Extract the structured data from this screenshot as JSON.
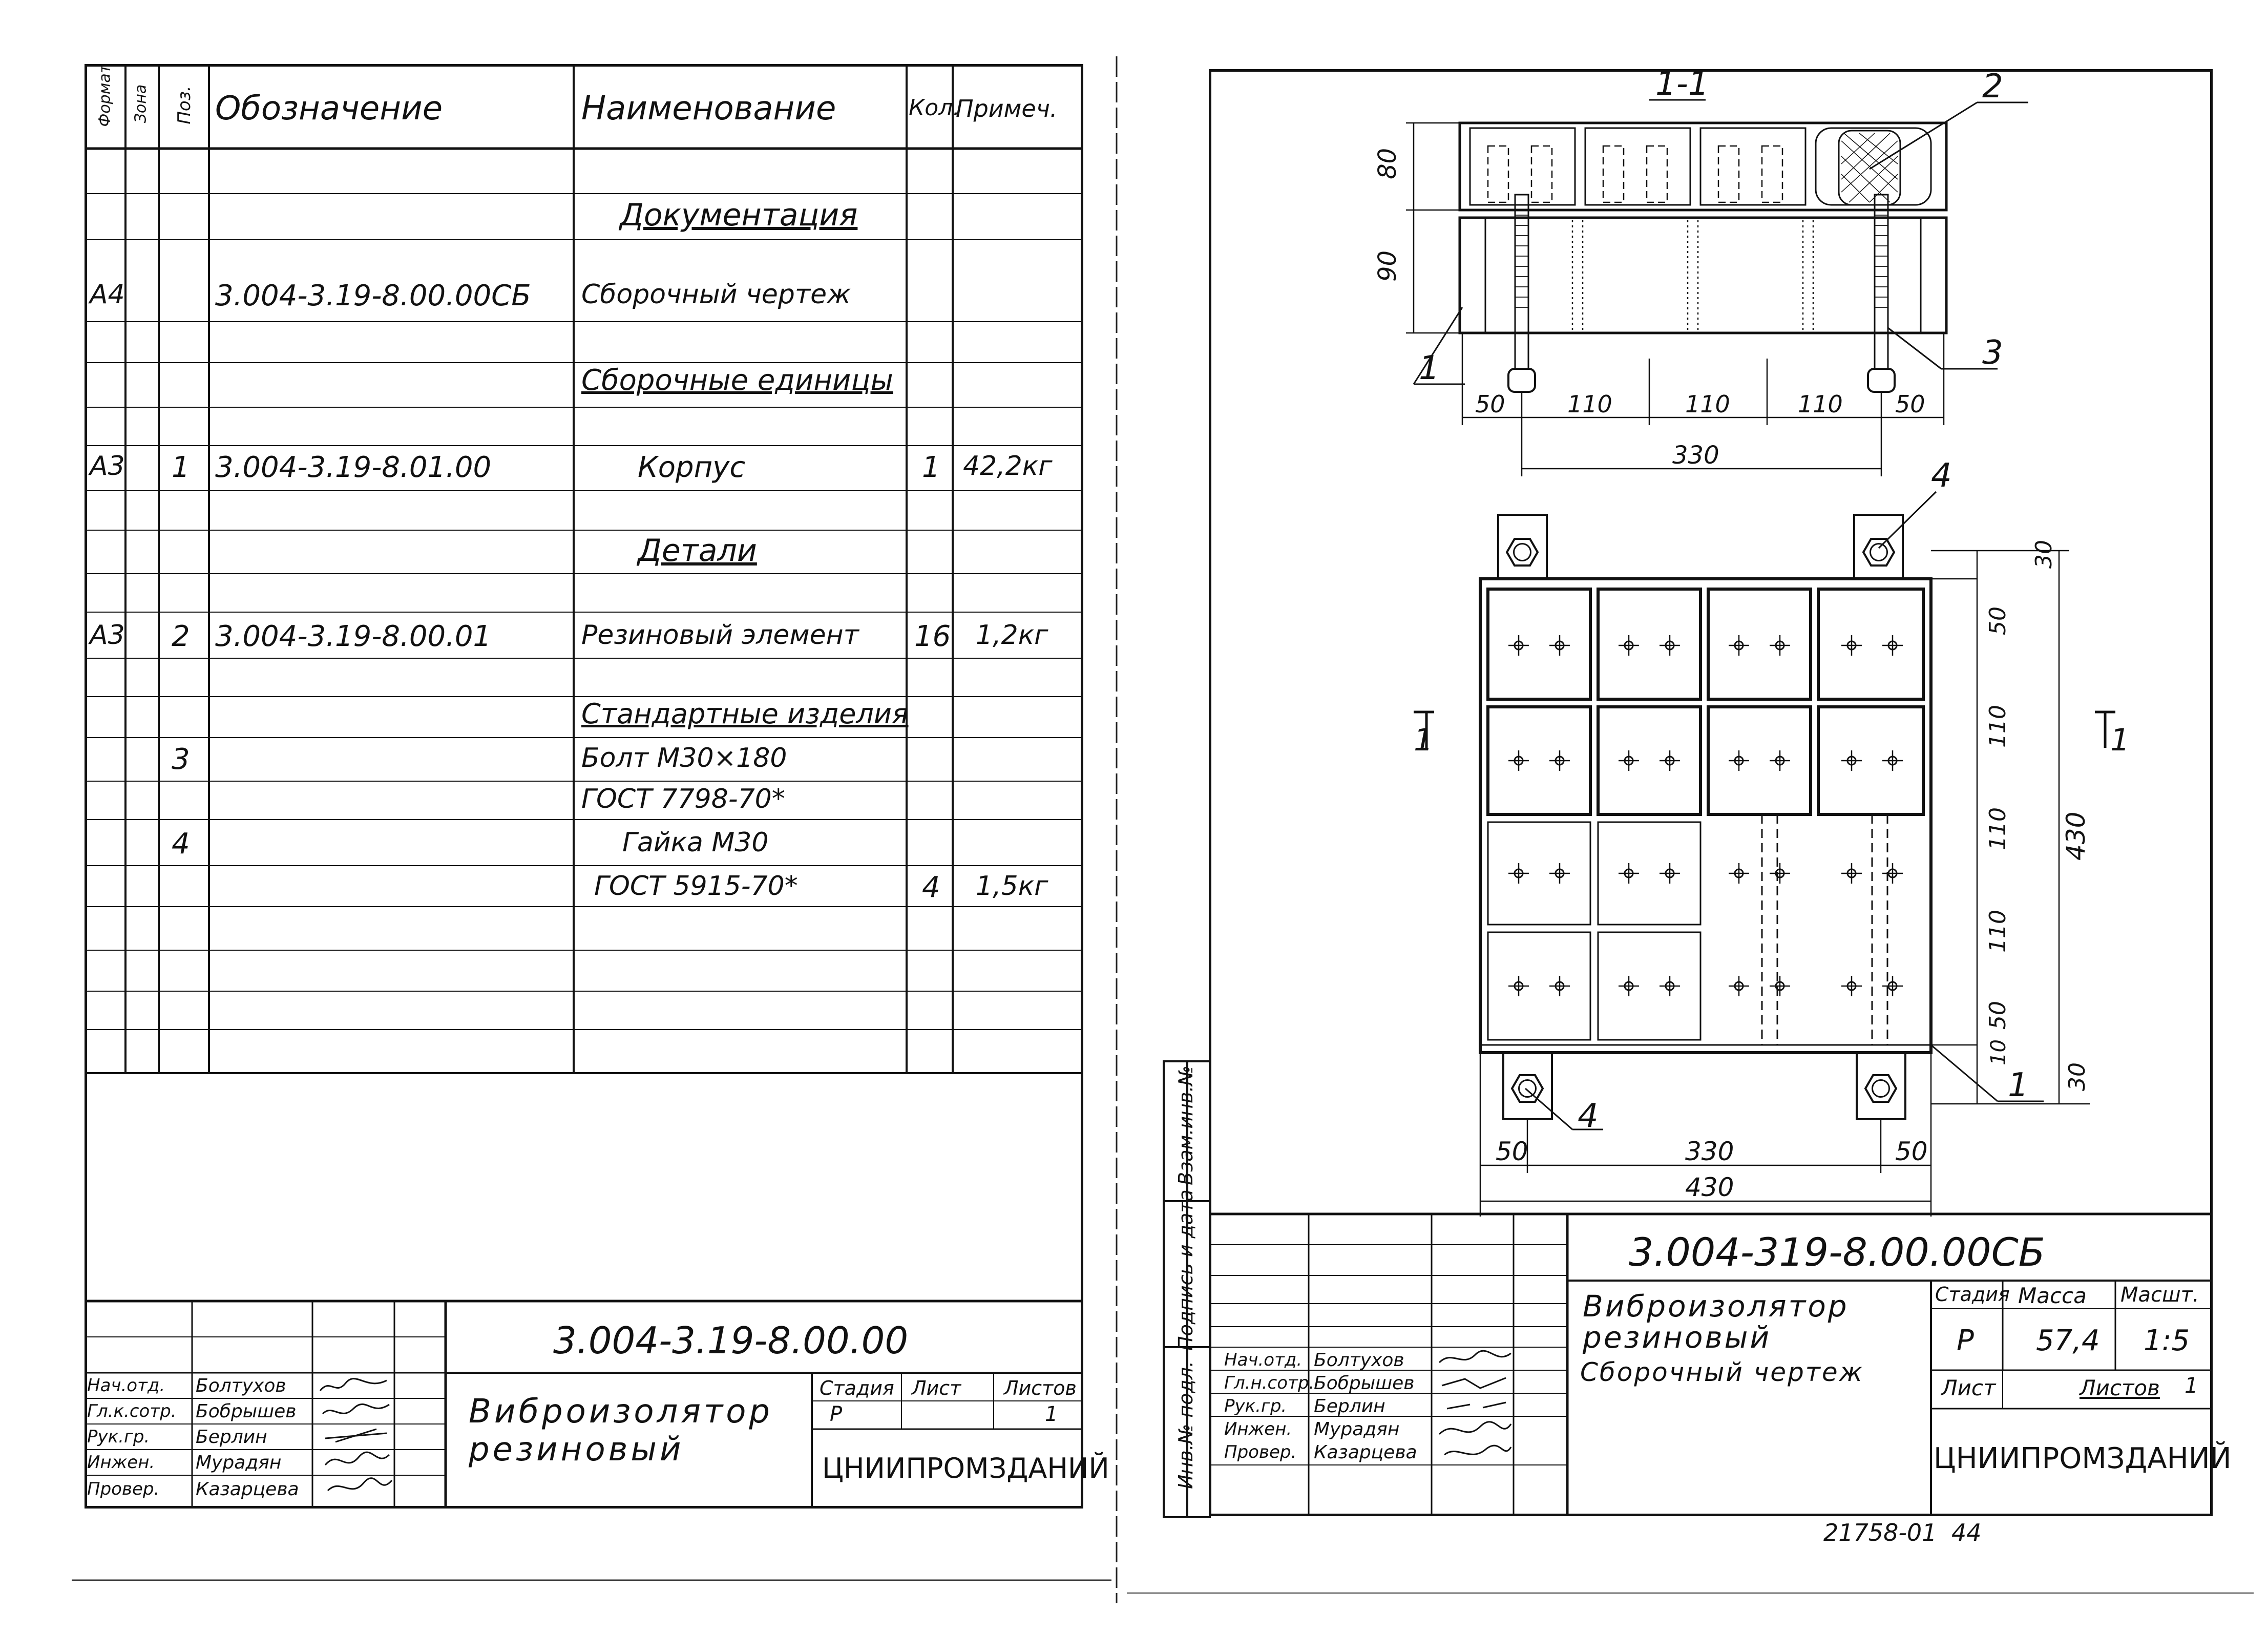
{
  "spec": {
    "headers": {
      "format": "Формат",
      "zone": "Зона",
      "pos": "Поз.",
      "designation": "Обозначение",
      "name": "Наименование",
      "qty": "Кол.",
      "note": "Примеч."
    },
    "rows": [
      {
        "format": "",
        "pos": "",
        "designation": "",
        "name": "Документация",
        "qty": "",
        "note": "",
        "heading": true
      },
      {
        "format": "А4",
        "pos": "",
        "designation": "3.004-3.19-8.00.00СБ",
        "name": "Сборочный чертеж",
        "qty": "",
        "note": ""
      },
      {
        "format": "",
        "pos": "",
        "designation": "",
        "name": "Сборочные единицы",
        "qty": "",
        "note": "",
        "heading": true
      },
      {
        "format": "А3",
        "pos": "1",
        "designation": "3.004-3.19-8.01.00",
        "name": "Корпус",
        "qty": "1",
        "note": "42,2кг"
      },
      {
        "format": "",
        "pos": "",
        "designation": "",
        "name": "Детали",
        "qty": "",
        "note": "",
        "heading": true
      },
      {
        "format": "А3",
        "pos": "2",
        "designation": "3.004-3.19-8.00.01",
        "name": "Резиновый элемент",
        "qty": "16",
        "note": "1,2кг"
      },
      {
        "format": "",
        "pos": "",
        "designation": "",
        "name": "Стандартные изделия",
        "qty": "",
        "note": "",
        "heading": true
      },
      {
        "format": "",
        "pos": "3",
        "designation": "",
        "name": "Болт М30×180",
        "qty": "",
        "note": ""
      },
      {
        "format": "",
        "pos": "",
        "designation": "",
        "name": "ГОСТ 7798-70*",
        "qty": "",
        "note": ""
      },
      {
        "format": "",
        "pos": "4",
        "designation": "",
        "name": "Гайка М30",
        "qty": "",
        "note": ""
      },
      {
        "format": "",
        "pos": "",
        "designation": "",
        "name": "ГОСТ 5915-70*",
        "qty": "4",
        "note": "1,5кг"
      }
    ]
  },
  "left_title_block": {
    "code": "3.004-3.19-8.00.00",
    "title": "Виброизолятор резиновый",
    "stage_label": "Стадия",
    "sheet_label": "Лист",
    "sheets_label": "Листов",
    "stage": "Р",
    "sheets": "1",
    "org": "ЦНИИПРОМЗДАНИЙ",
    "people": [
      {
        "role": "Нач.отд.",
        "name": "Болтухов"
      },
      {
        "role": "Гл.к.сотр.",
        "name": "Бобрышев"
      },
      {
        "role": "Рук.гр.",
        "name": "Берлин"
      },
      {
        "role": "Инжен.",
        "name": "Мурадян"
      },
      {
        "role": "Провер.",
        "name": "Казарцева"
      }
    ]
  },
  "right_title_block": {
    "code": "3.004-319-8.00.00СБ",
    "title": "Виброизолятор резиновый",
    "subtitle": "Сборочный чертеж",
    "stage_label": "Стадия",
    "mass_label": "Масса",
    "scale_label": "Масшт.",
    "stage": "Р",
    "mass": "57,4",
    "scale": "1:5",
    "sheet_label": "Лист",
    "sheets_label": "Листов",
    "sheets": "1",
    "org": "ЦНИИПРОМЗДАНИЙ",
    "people": [
      {
        "role": "Нач.отд.",
        "name": "Болтухов"
      },
      {
        "role": "Гл.н.сотр.",
        "name": "Бобрышев"
      },
      {
        "role": "Рук.гр.",
        "name": "Берлин"
      },
      {
        "role": "Инжен.",
        "name": "Мурадян"
      },
      {
        "role": "Провер.",
        "name": "Казарцева"
      }
    ]
  },
  "side_stamp": {
    "inv": "Инв.№ подл.",
    "sign": "Подпись и дата",
    "swap": "Взам.инв.№"
  },
  "drawing": {
    "section_label": "1-1",
    "section_mark": "1",
    "callouts": [
      "1",
      "2",
      "3",
      "4"
    ],
    "dims_section_vertical": [
      "80",
      "90"
    ],
    "dims_section_horizontal": [
      "50",
      "110",
      "110",
      "110",
      "50"
    ],
    "dim_330_top": "330",
    "dims_plan_vertical": [
      "30",
      "50",
      "110",
      "110",
      "110",
      "50",
      "30"
    ],
    "dims_plan_vertical_extra": "10",
    "dim_plan_total_vertical": "430",
    "dims_plan_bottom": [
      "50",
      "330",
      "50"
    ],
    "dim_plan_total_horizontal": "430"
  },
  "footer_code": "21758-01",
  "footer_page": "44"
}
